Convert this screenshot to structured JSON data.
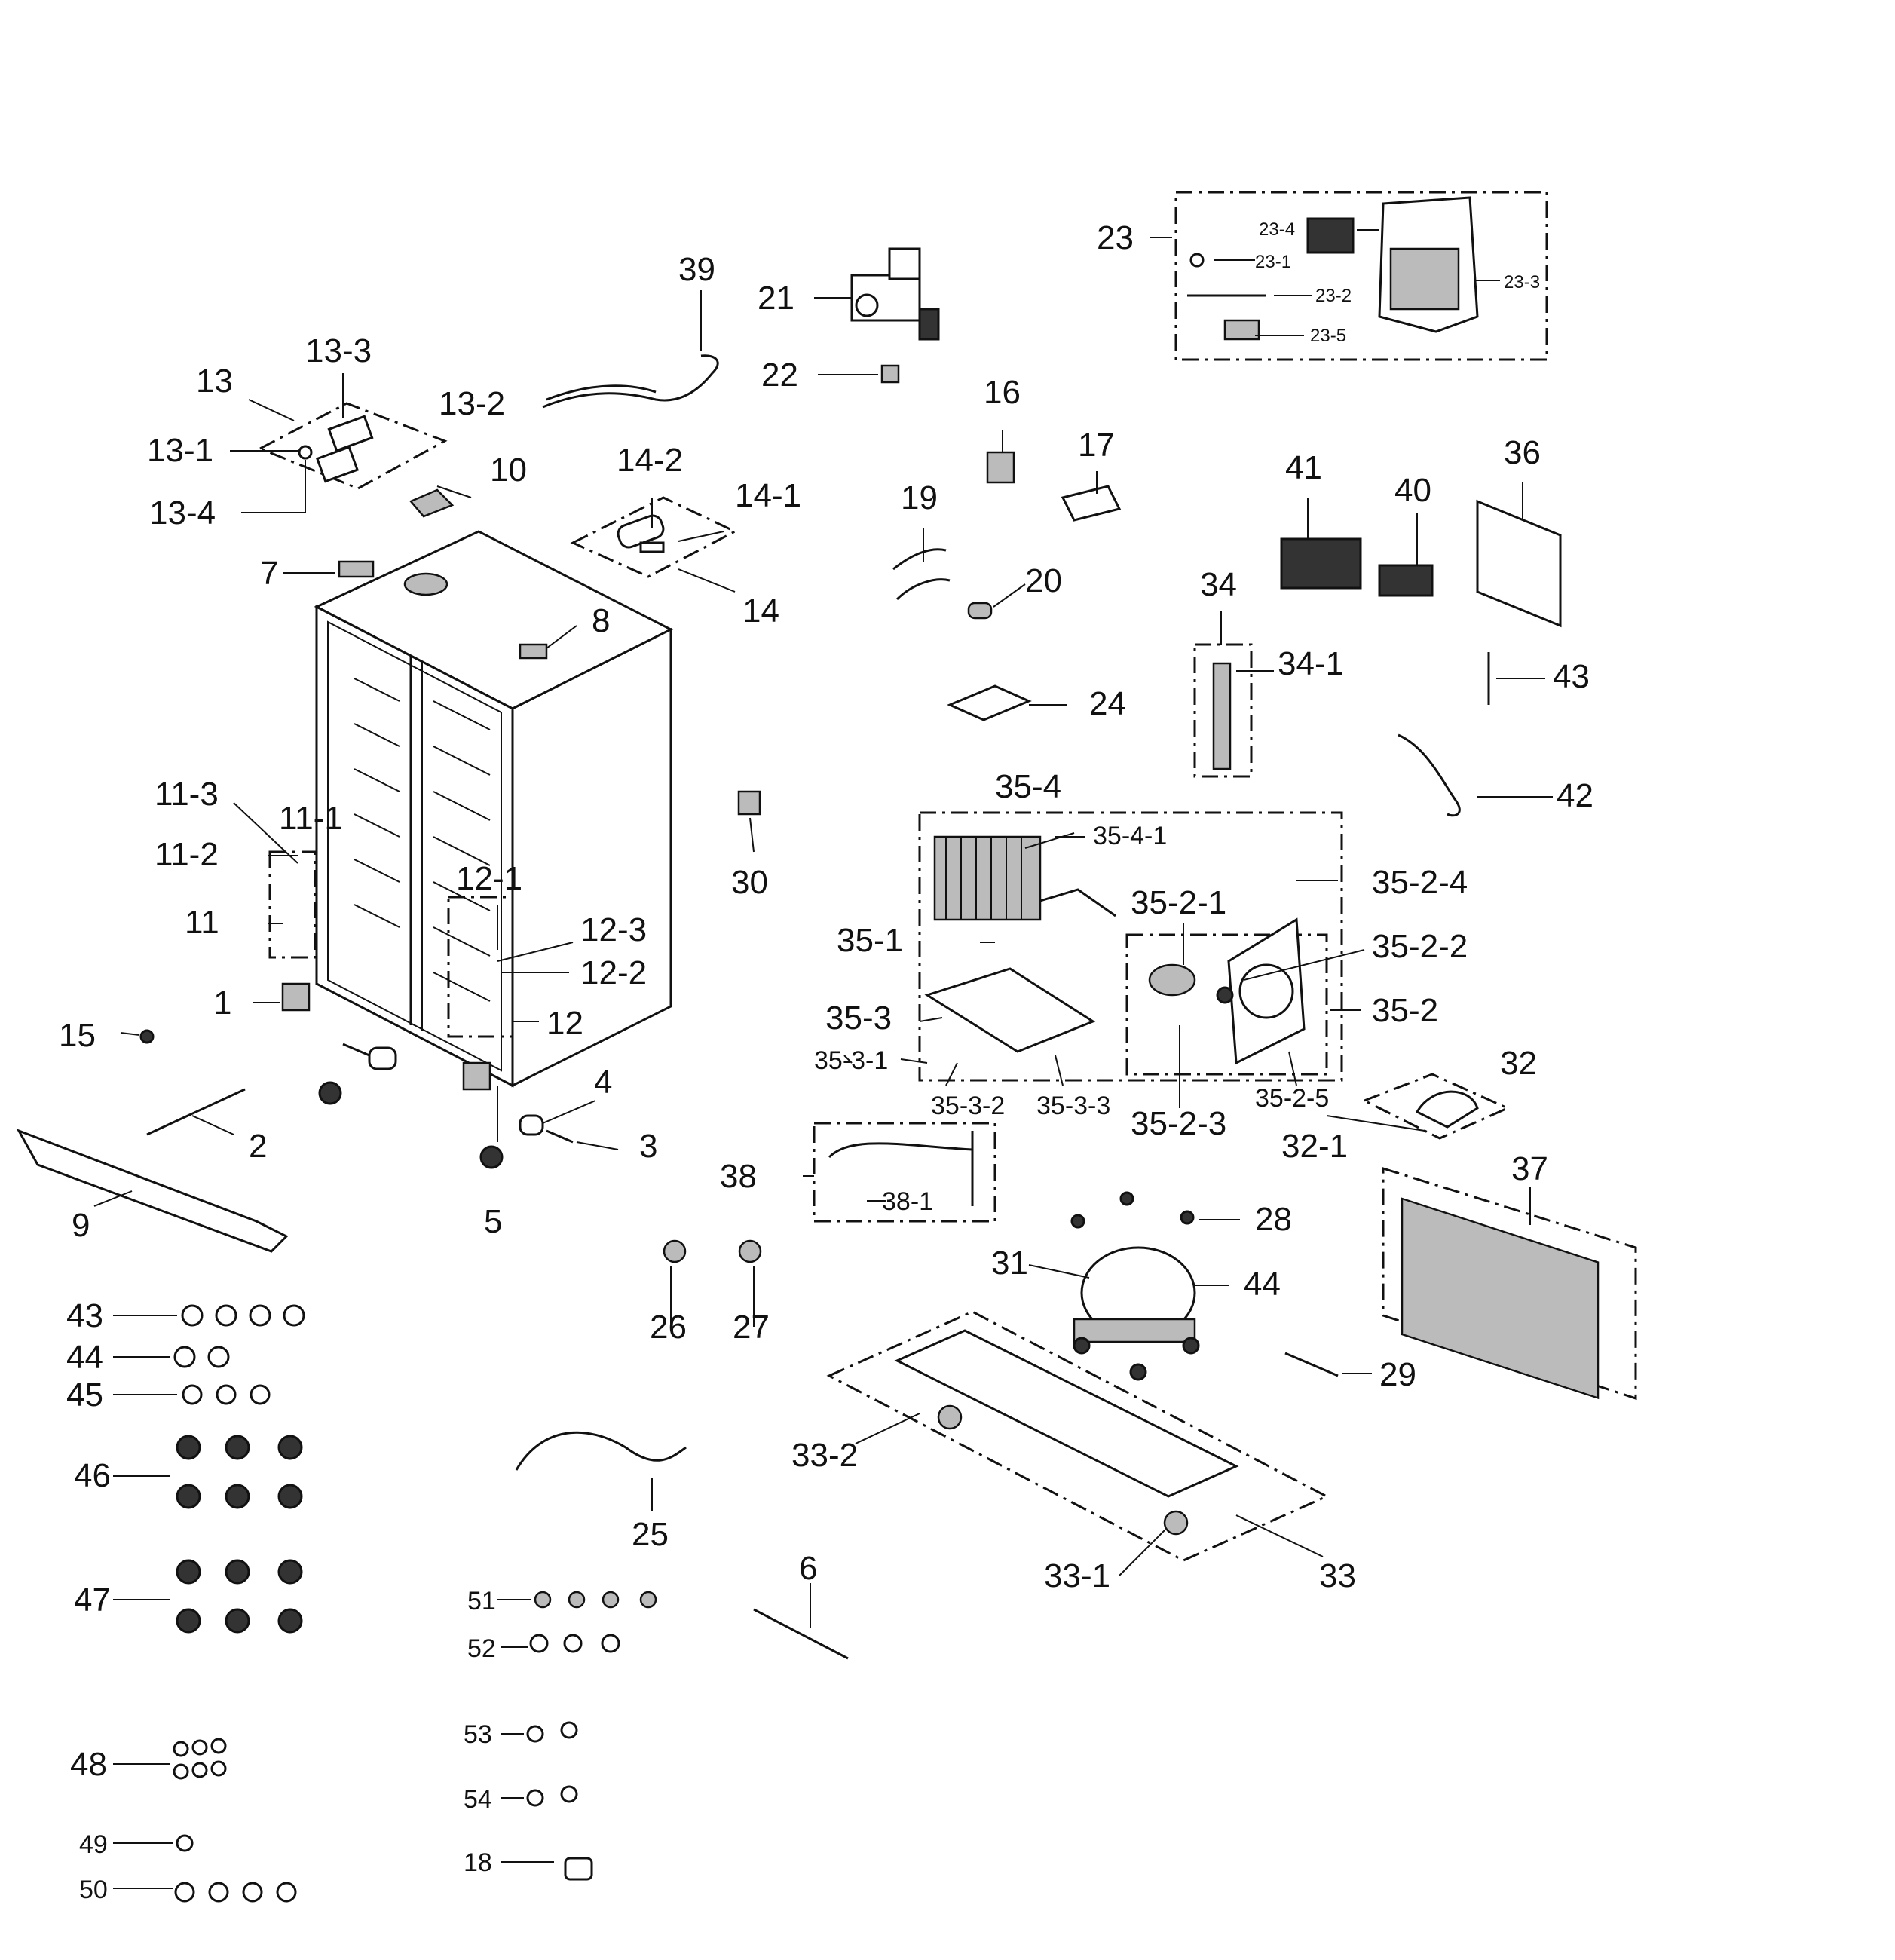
{
  "labels": {
    "p1": "1",
    "p2": "2",
    "p3": "3",
    "p4": "4",
    "p5": "5",
    "p6": "6",
    "p7": "7",
    "p8": "8",
    "p9": "9",
    "p10": "10",
    "p11": "11",
    "p11_1": "11-1",
    "p11_2": "11-2",
    "p11_3": "11-3",
    "p12": "12",
    "p12_1": "12-1",
    "p12_2": "12-2",
    "p12_3": "12-3",
    "p13": "13",
    "p13_1": "13-1",
    "p13_2": "13-2",
    "p13_3": "13-3",
    "p13_4": "13-4",
    "p14": "14",
    "p14_1": "14-1",
    "p14_2": "14-2",
    "p15": "15",
    "p16": "16",
    "p17": "17",
    "p18": "18",
    "p19": "19",
    "p20": "20",
    "p21": "21",
    "p22": "22",
    "p23": "23",
    "p23_1": "23-1",
    "p23_2": "23-2",
    "p23_3": "23-3",
    "p23_4": "23-4",
    "p23_5": "23-5",
    "p24": "24",
    "p25": "25",
    "p26": "26",
    "p27": "27",
    "p28": "28",
    "p29": "29",
    "p30": "30",
    "p31": "31",
    "p32": "32",
    "p32_1": "32-1",
    "p33": "33",
    "p33_1": "33-1",
    "p33_2": "33-2",
    "p34": "34",
    "p34_1": "34-1",
    "p35_1": "35-1",
    "p35_2": "35-2",
    "p35_2_1": "35-2-1",
    "p35_2_2": "35-2-2",
    "p35_2_3": "35-2-3",
    "p35_2_4": "35-2-4",
    "p35_2_5": "35-2-5",
    "p35_3": "35-3",
    "p35_3_1": "35-3-1",
    "p35_3_2": "35-3-2",
    "p35_3_3": "35-3-3",
    "p35_4": "35-4",
    "p35_4_1": "35-4-1",
    "p36": "36",
    "p37": "37",
    "p38": "38",
    "p38_1": "38-1",
    "p39": "39",
    "p40": "40",
    "p41": "41",
    "p42": "42",
    "p43": "43",
    "p43b": "43",
    "p44": "44",
    "p44b": "44",
    "p45": "45",
    "p46": "46",
    "p47": "47",
    "p48": "48",
    "p49": "49",
    "p50": "50",
    "p51": "51",
    "p52": "52",
    "p53": "53",
    "p54": "54"
  }
}
